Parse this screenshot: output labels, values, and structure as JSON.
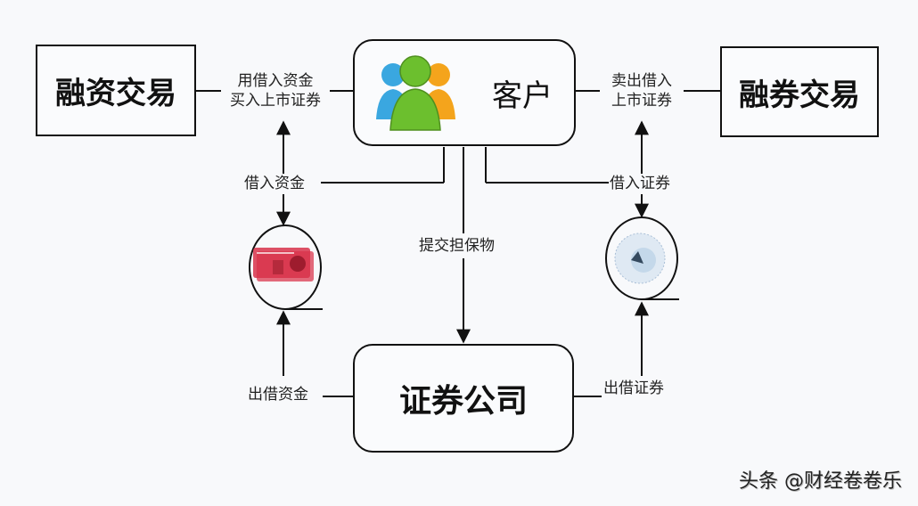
{
  "nodes": {
    "margin_trading": "融资交易",
    "customer": "客户",
    "short_selling": "融券交易",
    "securities_company": "证券公司"
  },
  "edges": {
    "buy_with_borrowed_funds": [
      "用借入资金",
      "买入上市证券"
    ],
    "sell_borrowed_securities": [
      "卖出借入",
      "上市证券"
    ],
    "borrow_funds": "借入资金",
    "borrow_securities": "借入证券",
    "submit_collateral": "提交担保物",
    "lend_funds": "出借资金",
    "lend_securities": "出借证券"
  },
  "icons": {
    "customer": "users-group-icon",
    "funds": "banknote-icon",
    "securities": "securities-certificate-icon"
  },
  "colors": {
    "user_blue": "#3aa7e0",
    "user_green": "#6cbf2e",
    "user_orange": "#f4a41c",
    "banknote": "#d8334a"
  },
  "watermark": "头条 @财经卷卷乐"
}
